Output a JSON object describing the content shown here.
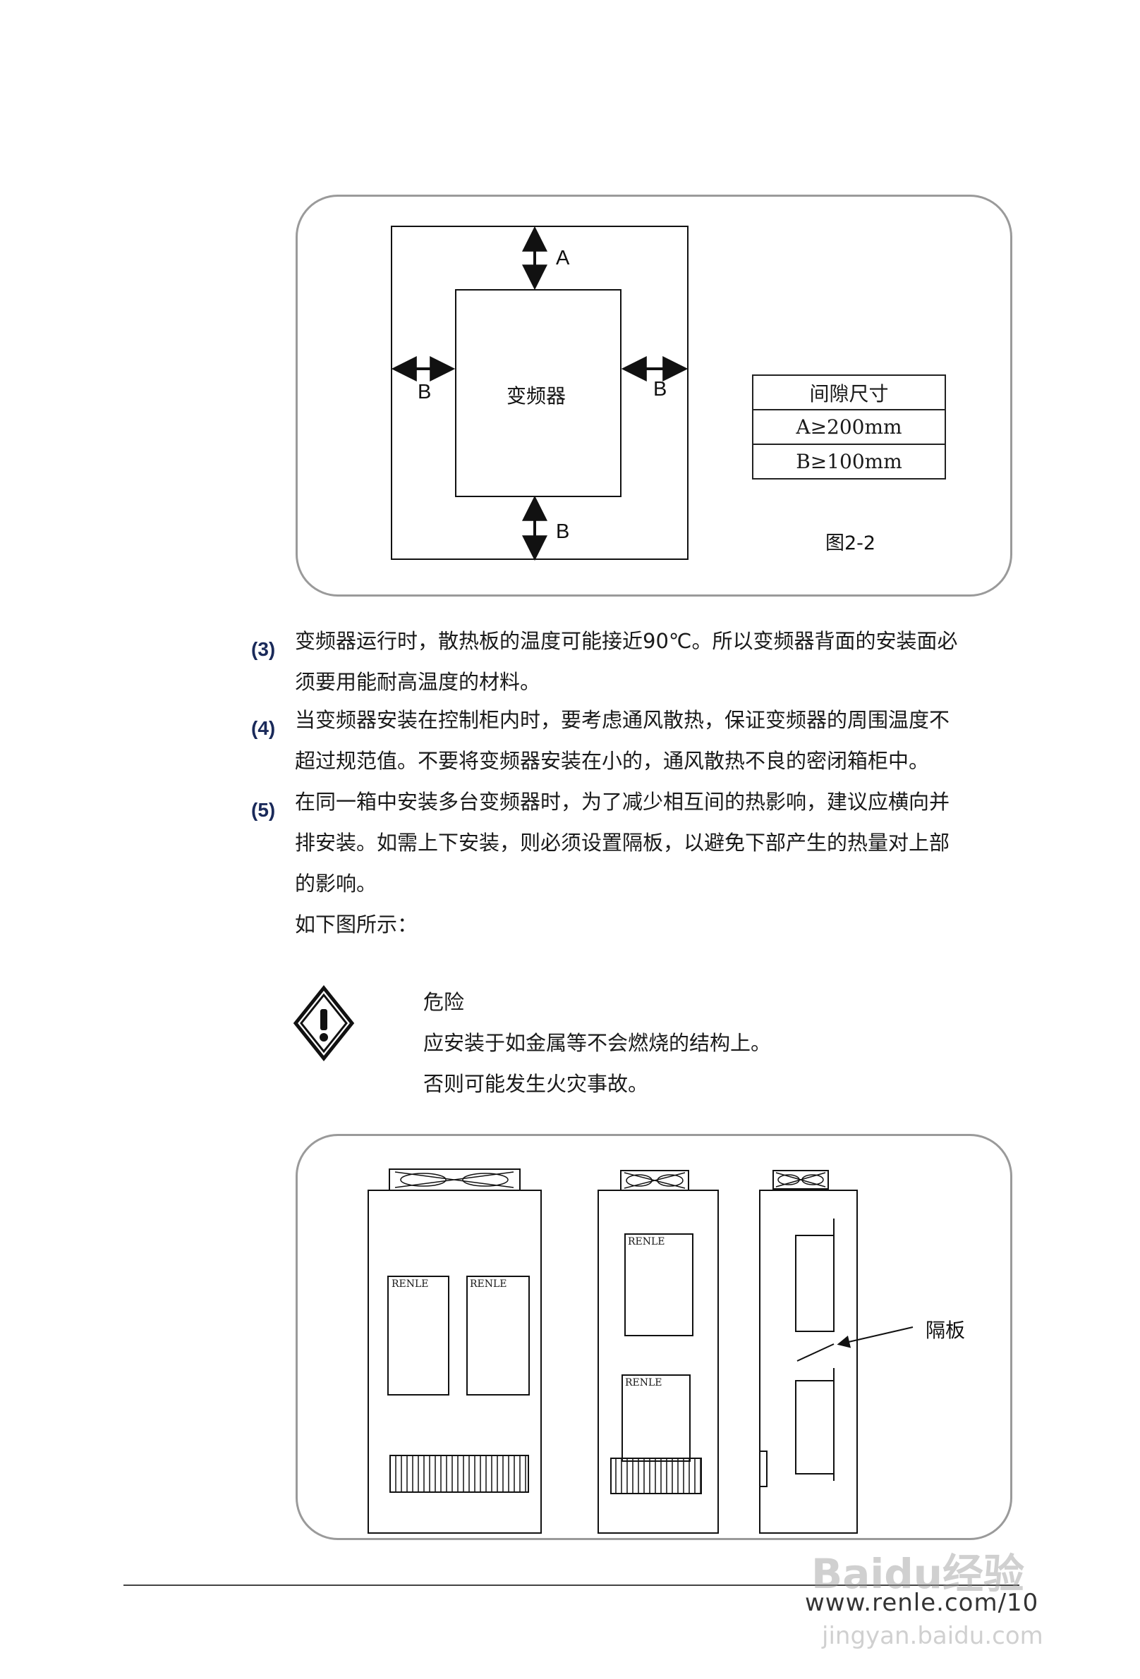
{
  "figure1": {
    "label_a": "A",
    "label_b_left": "B",
    "label_b_right": "B",
    "label_b_bottom": "B",
    "device_label": "变频器",
    "table": {
      "header": "间隙尺寸",
      "row_a": "A≥200mm",
      "row_b": "B≥100mm"
    },
    "caption": "图2-2"
  },
  "paragraphs": [
    {
      "num": "(3)",
      "lines": [
        "变频器运行时，散热板的温度可能接近90℃。所以变频器背面的安装面必",
        "须要用能耐高温度的材料。"
      ]
    },
    {
      "num": "(4)",
      "lines": [
        "当变频器安装在控制柜内时，要考虑通风散热，保证变频器的周围温度不",
        "超过规范值。不要将变频器安装在小的，通风散热不良的密闭箱柜中。"
      ]
    },
    {
      "num": "(5)",
      "lines": [
        "在同一箱中安装多台变频器时，为了减少相互间的热影响，建议应横向并",
        "排安装。如需上下安装，则必须设置隔板，以避免下部产生的热量对上部",
        "的影响。",
        "如下图所示："
      ]
    }
  ],
  "warning": {
    "icon": "danger-diamond-icon",
    "title": "危险",
    "line1": "应安装于如金属等不会燃烧的结构上。",
    "line2": "否则可能发生火灾事故。"
  },
  "figure2": {
    "brand_1": "RENLE",
    "brand_2": "RENLE",
    "brand_3": "RENLE",
    "brand_4": "RENLE",
    "partition_label": "隔板"
  },
  "footer": {
    "url": "www.renle.com/10"
  },
  "watermark": {
    "brand": "Baidu经验",
    "site": "jingyan.baidu.com"
  }
}
